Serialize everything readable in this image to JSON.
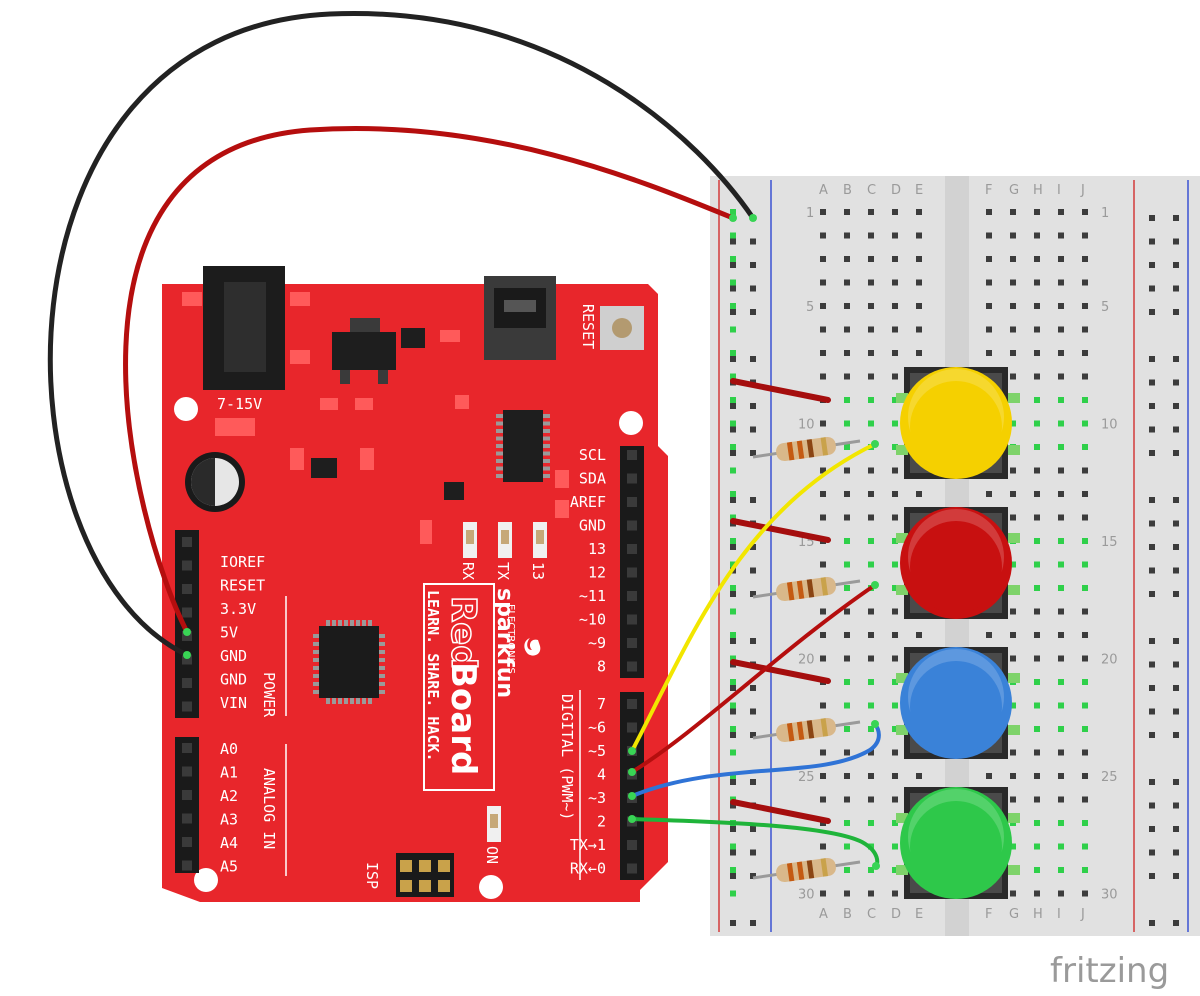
{
  "board": {
    "power_jack_label": "7-15V",
    "reset_label": "RESET",
    "power_header_labels": [
      "IOREF",
      "RESET",
      "3.3V",
      "5V",
      "GND",
      "GND",
      "VIN"
    ],
    "power_section_label": "POWER",
    "analog_header_labels": [
      "A0",
      "A1",
      "A2",
      "A3",
      "A4",
      "A5"
    ],
    "analog_section_label": "ANALOG IN",
    "digital_upper_labels": [
      "SCL",
      "SDA",
      "AREF",
      "GND",
      "13",
      "12",
      "~11",
      "~10",
      "~9",
      "8"
    ],
    "digital_lower_labels": [
      "7",
      "~6",
      "~5",
      "4",
      "~3",
      "2",
      "TX→1",
      "RX←0"
    ],
    "digital_section_label": "DIGITAL (PWM~)",
    "led_labels": [
      "RX",
      "TX",
      "13"
    ],
    "on_label": "ON",
    "isp_label": "ISP",
    "brand_sparkfun": "sparkfun",
    "brand_electronics": "ELECTRONICS",
    "brand_red": "Red",
    "brand_board": "Board",
    "brand_tagline": "LEARN. SHARE. HACK."
  },
  "breadboard": {
    "column_letters_left": [
      "A",
      "B",
      "C",
      "D",
      "E"
    ],
    "column_letters_right": [
      "F",
      "G",
      "H",
      "I",
      "J"
    ],
    "row_numbers": [
      "1",
      "5",
      "10",
      "15",
      "20",
      "25",
      "30"
    ]
  },
  "buttons": [
    {
      "color": "#f5d000"
    },
    {
      "color": "#c81010"
    },
    {
      "color": "#3a82d8"
    },
    {
      "color": "#2ec84a"
    }
  ],
  "wires": {
    "gnd_color": "#222222",
    "power_color": "#b50e0e",
    "yellow_color": "#f2e600",
    "red_color": "#b50e0e",
    "blue_color": "#2f73d6",
    "green_color": "#1fb43a"
  },
  "watermark": "fritzing"
}
